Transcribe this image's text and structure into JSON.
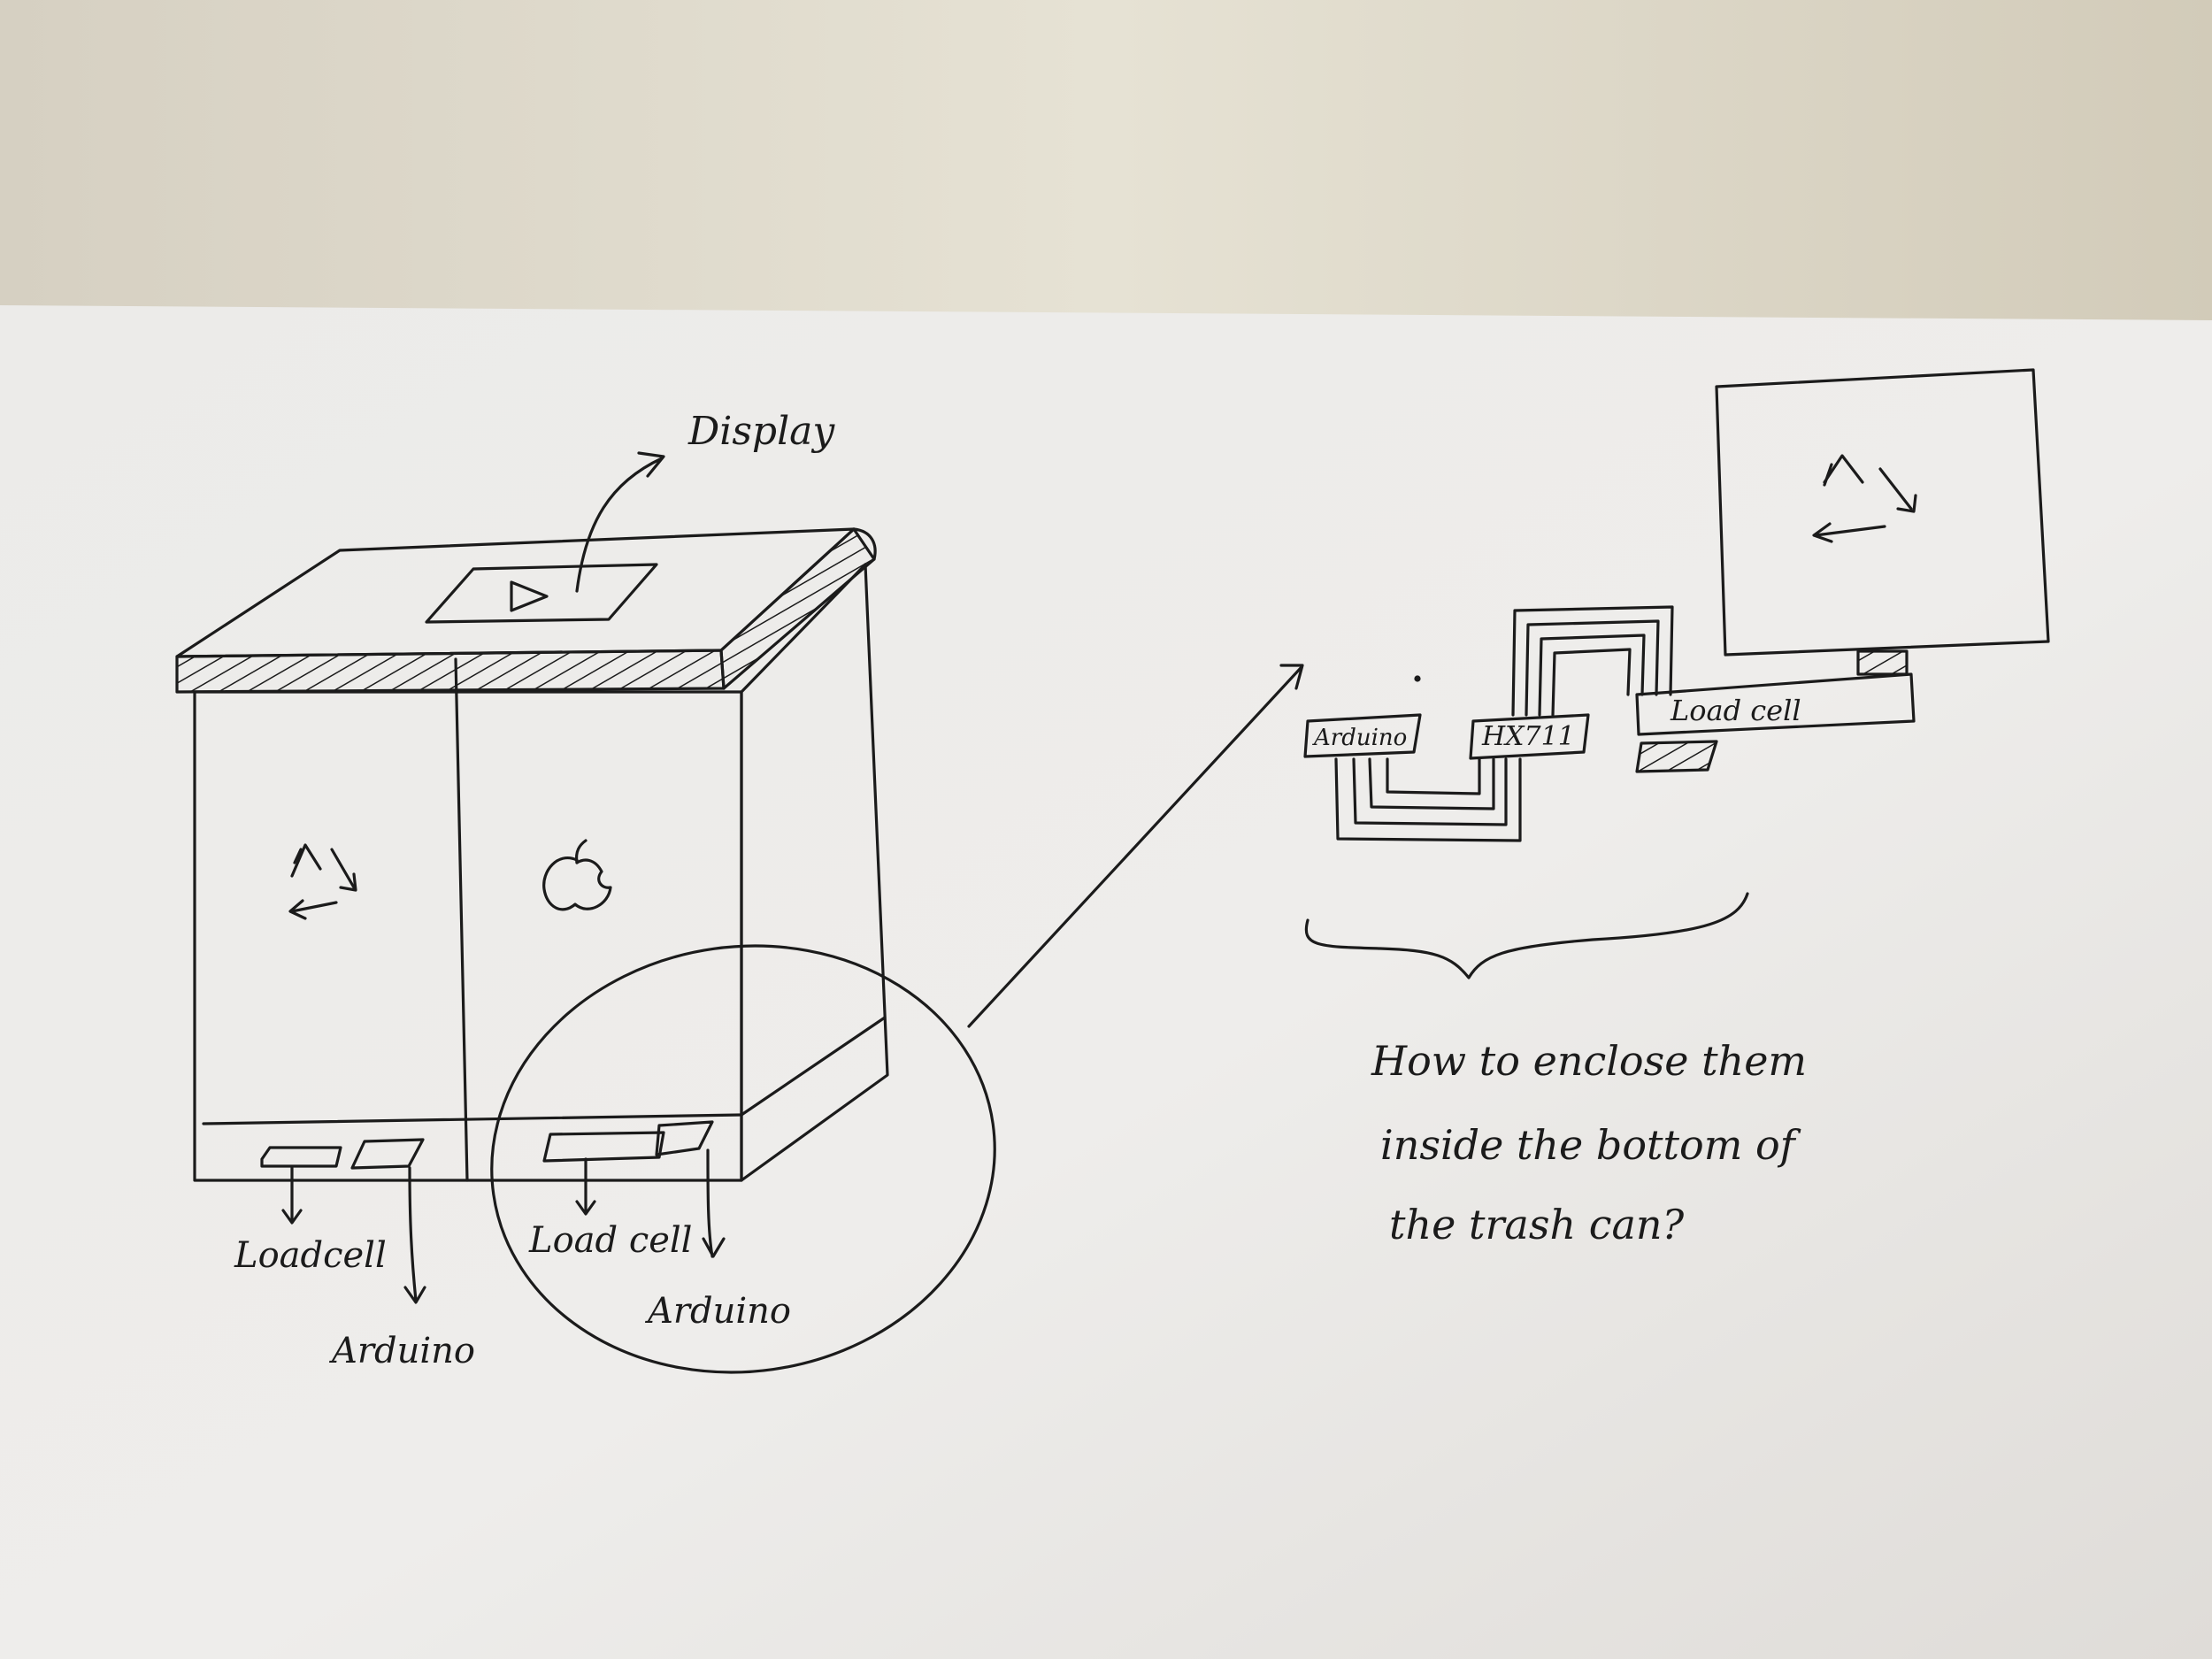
{
  "labels": {
    "display": "Display",
    "loadcell_left": "Loadcell",
    "arduino_left": "Arduino",
    "loadcell_right": "Load cell",
    "arduino_right": "Arduino",
    "detail_arduino": "Arduino",
    "detail_hx711": "HX711",
    "detail_loadcell": "Load cell"
  },
  "question": {
    "line1": "How to enclose them",
    "line2": "inside the bottom of",
    "line3": "the trash can?"
  },
  "icons": {
    "left_bin": "recycle-icon",
    "right_bin": "apple-icon",
    "display_screen": "play-icon",
    "detail_display": "recycle-icon"
  },
  "colors": {
    "ink": "#1b1b1b",
    "paper": "#eeece9",
    "background": "#cfc8b6"
  }
}
